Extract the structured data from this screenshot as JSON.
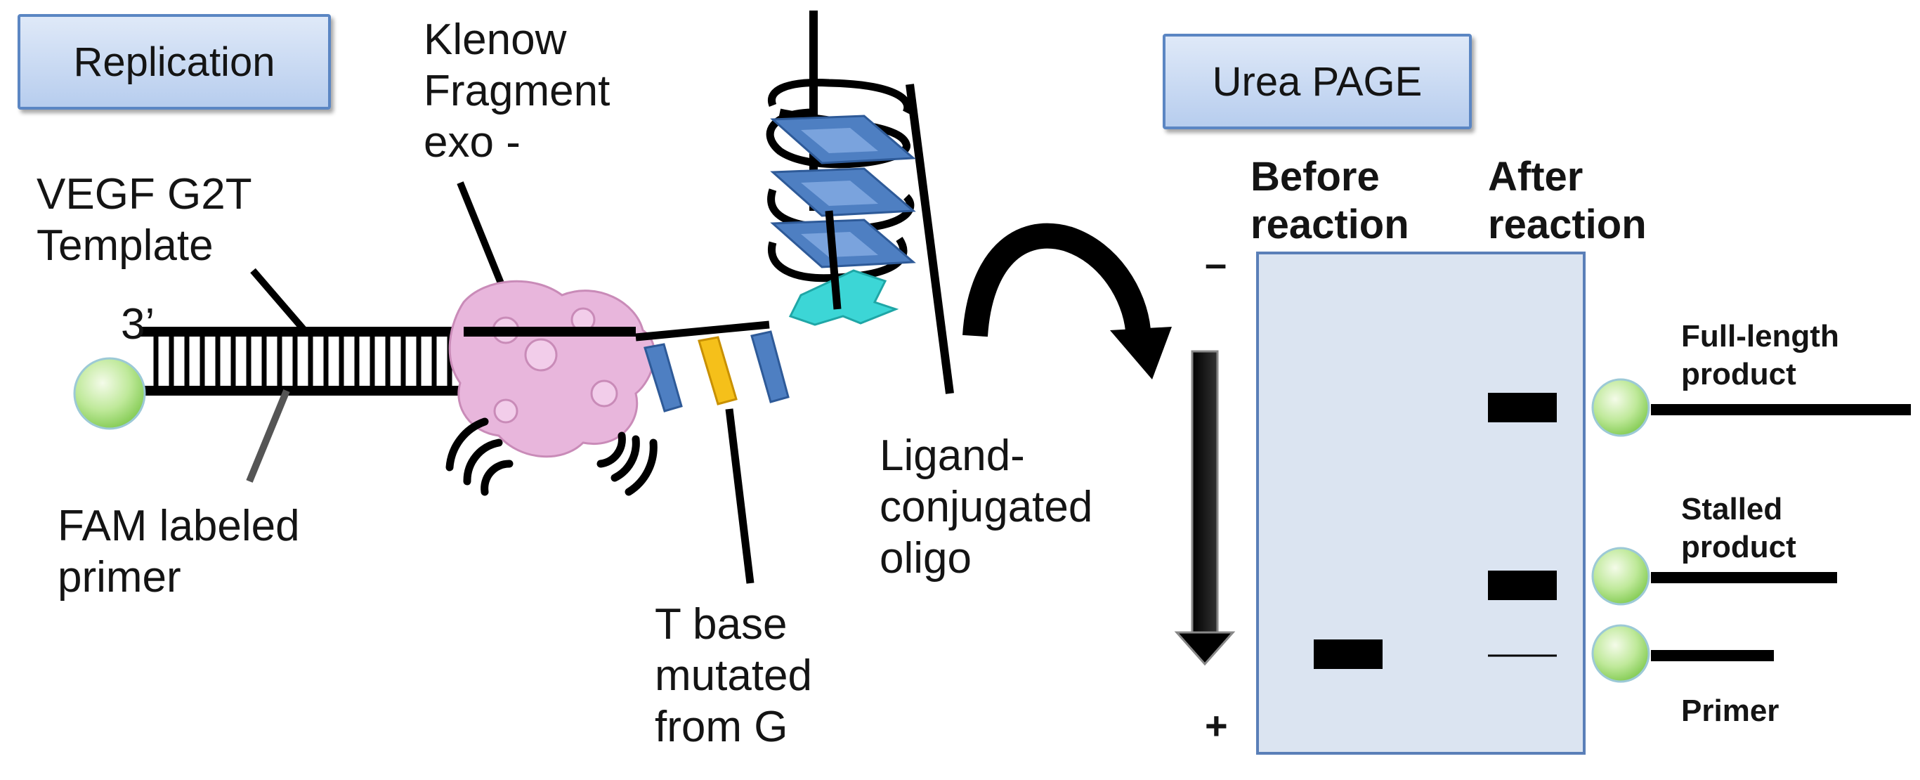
{
  "left_panel": {
    "title": "Replication",
    "labels": {
      "klenow": "Klenow Fragment exo -",
      "template": "VEGF G2T Template",
      "three_prime": "3’",
      "fam_primer": "FAM labeled primer",
      "t_base": "T base mutated from G",
      "ligand": "Ligand-conjugated oligo"
    }
  },
  "right_panel": {
    "title": "Urea PAGE",
    "lane_headers": [
      "Before reaction",
      "After reaction"
    ],
    "minus_sign": "–",
    "plus_sign": "+",
    "band_labels": {
      "full_length": "Full-length product",
      "stalled": "Stalled product",
      "primer": "Primer"
    }
  },
  "colors": {
    "box_border": "#5b86c3",
    "gel_fill": "#dbe4f1",
    "gel_border": "#5a7fb8",
    "fam_green": "#a8e07a",
    "klenow_pink": "#e8b6dc",
    "g_quartet_blue": "#4e7fc2",
    "ligand_cyan": "#3cd6d6",
    "mutated_t_yellow": "#f5c01a"
  }
}
